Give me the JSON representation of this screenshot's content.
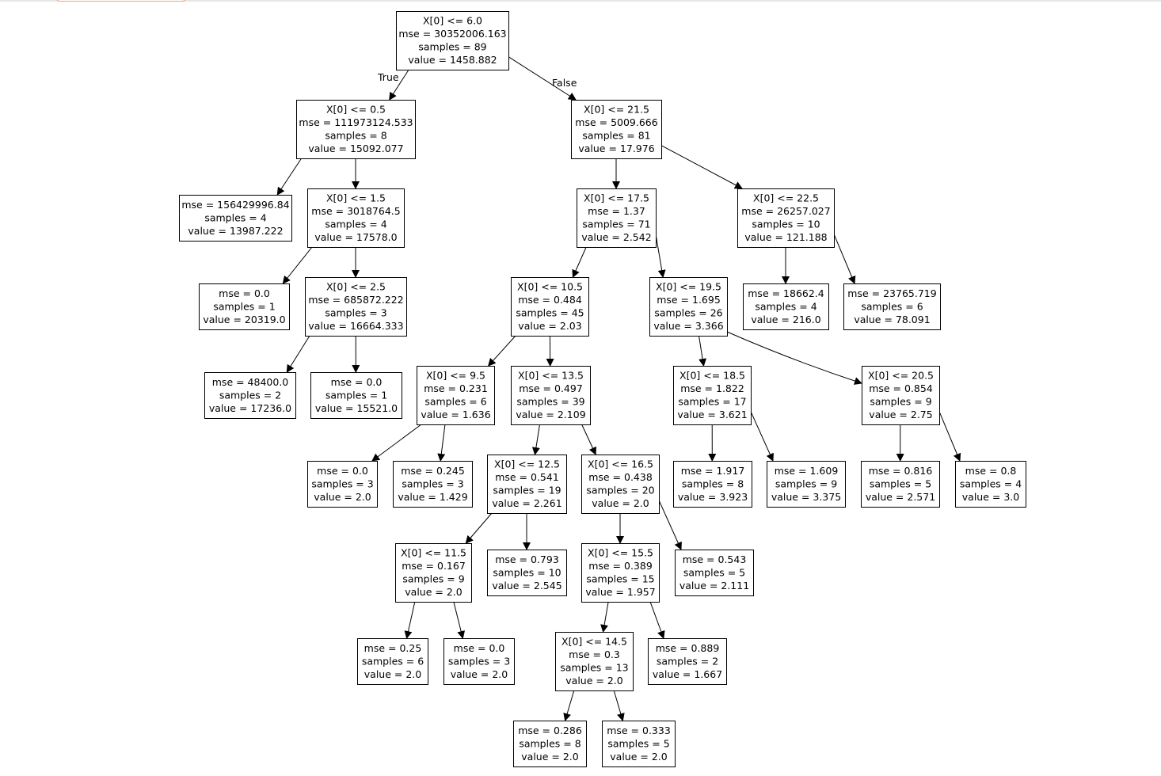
{
  "tree": {
    "root_labels": {
      "true": "True",
      "false": "False"
    },
    "nodes": [
      {
        "id": "n0",
        "lines": [
          "X[0] <= 6.0",
          "mse = 30352006.163",
          "samples = 89",
          "value = 1458.882"
        ]
      },
      {
        "id": "n1",
        "lines": [
          "X[0] <= 0.5",
          "mse = 111973124.533",
          "samples = 8",
          "value = 15092.077"
        ]
      },
      {
        "id": "n2",
        "lines": [
          "mse = 156429996.84",
          "samples = 4",
          "value = 13987.222"
        ]
      },
      {
        "id": "n3",
        "lines": [
          "X[0] <= 1.5",
          "mse = 3018764.5",
          "samples = 4",
          "value = 17578.0"
        ]
      },
      {
        "id": "n4",
        "lines": [
          "mse = 0.0",
          "samples = 1",
          "value = 20319.0"
        ]
      },
      {
        "id": "n5",
        "lines": [
          "X[0] <= 2.5",
          "mse = 685872.222",
          "samples = 3",
          "value = 16664.333"
        ]
      },
      {
        "id": "n6",
        "lines": [
          "mse = 48400.0",
          "samples = 2",
          "value = 17236.0"
        ]
      },
      {
        "id": "n7",
        "lines": [
          "mse = 0.0",
          "samples = 1",
          "value = 15521.0"
        ]
      },
      {
        "id": "n8",
        "lines": [
          "X[0] <= 21.5",
          "mse = 5009.666",
          "samples = 81",
          "value = 17.976"
        ]
      },
      {
        "id": "n9",
        "lines": [
          "X[0] <= 17.5",
          "mse = 1.37",
          "samples = 71",
          "value = 2.542"
        ]
      },
      {
        "id": "n10",
        "lines": [
          "X[0] <= 22.5",
          "mse = 26257.027",
          "samples = 10",
          "value = 121.188"
        ]
      },
      {
        "id": "n11",
        "lines": [
          "mse = 18662.4",
          "samples = 4",
          "value = 216.0"
        ]
      },
      {
        "id": "n12",
        "lines": [
          "mse = 23765.719",
          "samples = 6",
          "value = 78.091"
        ]
      },
      {
        "id": "n13",
        "lines": [
          "X[0] <= 10.5",
          "mse = 0.484",
          "samples = 45",
          "value = 2.03"
        ]
      },
      {
        "id": "n14",
        "lines": [
          "X[0] <= 19.5",
          "mse = 1.695",
          "samples = 26",
          "value = 3.366"
        ]
      },
      {
        "id": "n15",
        "lines": [
          "X[0] <= 9.5",
          "mse = 0.231",
          "samples = 6",
          "value = 1.636"
        ]
      },
      {
        "id": "n16",
        "lines": [
          "X[0] <= 13.5",
          "mse = 0.497",
          "samples = 39",
          "value = 2.109"
        ]
      },
      {
        "id": "n17",
        "lines": [
          "mse = 0.0",
          "samples = 3",
          "value = 2.0"
        ]
      },
      {
        "id": "n18",
        "lines": [
          "mse = 0.245",
          "samples = 3",
          "value = 1.429"
        ]
      },
      {
        "id": "n19",
        "lines": [
          "X[0] <= 12.5",
          "mse = 0.541",
          "samples = 19",
          "value = 2.261"
        ]
      },
      {
        "id": "n20",
        "lines": [
          "X[0] <= 16.5",
          "mse = 0.438",
          "samples = 20",
          "value = 2.0"
        ]
      },
      {
        "id": "n21",
        "lines": [
          "X[0] <= 11.5",
          "mse = 0.167",
          "samples = 9",
          "value = 2.0"
        ]
      },
      {
        "id": "n22",
        "lines": [
          "mse = 0.793",
          "samples = 10",
          "value = 2.545"
        ]
      },
      {
        "id": "n23",
        "lines": [
          "mse = 0.25",
          "samples = 6",
          "value = 2.0"
        ]
      },
      {
        "id": "n24",
        "lines": [
          "mse = 0.0",
          "samples = 3",
          "value = 2.0"
        ]
      },
      {
        "id": "n25",
        "lines": [
          "X[0] <= 15.5",
          "mse = 0.389",
          "samples = 15",
          "value = 1.957"
        ]
      },
      {
        "id": "n26",
        "lines": [
          "mse = 0.543",
          "samples = 5",
          "value = 2.111"
        ]
      },
      {
        "id": "n27",
        "lines": [
          "X[0] <= 14.5",
          "mse = 0.3",
          "samples = 13",
          "value = 2.0"
        ]
      },
      {
        "id": "n28",
        "lines": [
          "mse = 0.889",
          "samples = 2",
          "value = 1.667"
        ]
      },
      {
        "id": "n29",
        "lines": [
          "mse = 0.286",
          "samples = 8",
          "value = 2.0"
        ]
      },
      {
        "id": "n30",
        "lines": [
          "mse = 0.333",
          "samples = 5",
          "value = 2.0"
        ]
      },
      {
        "id": "n31",
        "lines": [
          "X[0] <= 18.5",
          "mse = 1.822",
          "samples = 17",
          "value = 3.621"
        ]
      },
      {
        "id": "n32",
        "lines": [
          "X[0] <= 20.5",
          "mse = 0.854",
          "samples = 9",
          "value = 2.75"
        ]
      },
      {
        "id": "n33",
        "lines": [
          "mse = 1.917",
          "samples = 8",
          "value = 3.923"
        ]
      },
      {
        "id": "n34",
        "lines": [
          "mse = 1.609",
          "samples = 9",
          "value = 3.375"
        ]
      },
      {
        "id": "n35",
        "lines": [
          "mse = 0.816",
          "samples = 5",
          "value = 2.571"
        ]
      },
      {
        "id": "n36",
        "lines": [
          "mse = 0.8",
          "samples = 4",
          "value = 3.0"
        ]
      }
    ],
    "edges": [
      [
        "n0",
        "n1"
      ],
      [
        "n0",
        "n8"
      ],
      [
        "n1",
        "n2"
      ],
      [
        "n1",
        "n3"
      ],
      [
        "n3",
        "n4"
      ],
      [
        "n3",
        "n5"
      ],
      [
        "n5",
        "n6"
      ],
      [
        "n5",
        "n7"
      ],
      [
        "n8",
        "n9"
      ],
      [
        "n8",
        "n10"
      ],
      [
        "n10",
        "n11"
      ],
      [
        "n10",
        "n12"
      ],
      [
        "n9",
        "n13"
      ],
      [
        "n9",
        "n14"
      ],
      [
        "n13",
        "n15"
      ],
      [
        "n13",
        "n16"
      ],
      [
        "n15",
        "n17"
      ],
      [
        "n15",
        "n18"
      ],
      [
        "n16",
        "n19"
      ],
      [
        "n16",
        "n20"
      ],
      [
        "n19",
        "n21"
      ],
      [
        "n19",
        "n22"
      ],
      [
        "n21",
        "n23"
      ],
      [
        "n21",
        "n24"
      ],
      [
        "n20",
        "n25"
      ],
      [
        "n20",
        "n26"
      ],
      [
        "n25",
        "n27"
      ],
      [
        "n25",
        "n28"
      ],
      [
        "n27",
        "n29"
      ],
      [
        "n27",
        "n30"
      ],
      [
        "n14",
        "n31"
      ],
      [
        "n14",
        "n32"
      ],
      [
        "n31",
        "n33"
      ],
      [
        "n31",
        "n34"
      ],
      [
        "n32",
        "n35"
      ],
      [
        "n32",
        "n36"
      ]
    ]
  }
}
